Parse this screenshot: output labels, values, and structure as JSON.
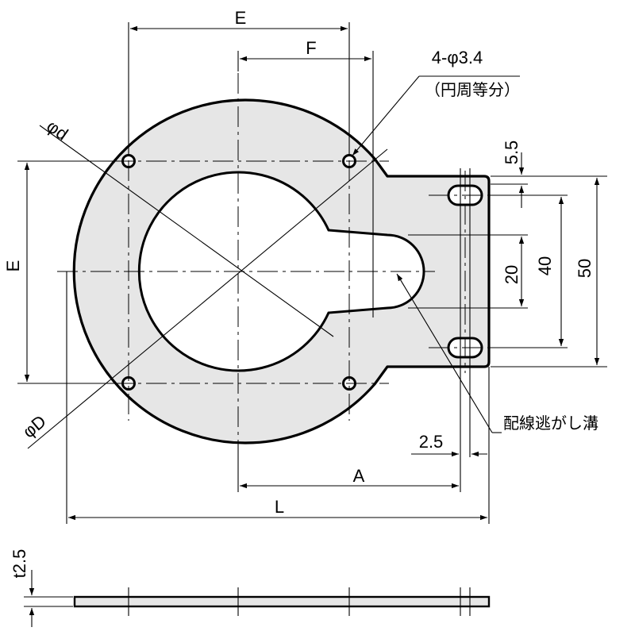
{
  "labels": {
    "E_top": "E",
    "F": "F",
    "E_left": "E",
    "phi_d": "φd",
    "phi_D": "φD",
    "holes_line1": "4-φ3.4",
    "holes_line2": "（円周等分）",
    "dim_5_5": "5.5",
    "dim_20": "20",
    "dim_40": "40",
    "dim_50": "50",
    "groove": "配線逃がし溝",
    "dim_2_5": "2.5",
    "A": "A",
    "L": "L",
    "thickness": "t2.5"
  }
}
